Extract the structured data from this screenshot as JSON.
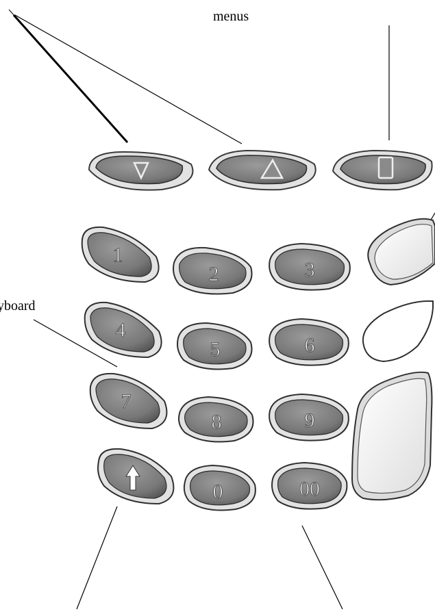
{
  "labels": {
    "menus": "menus",
    "keyboard": "yboard"
  },
  "nav_keys": [
    {
      "name": "menu-down-key",
      "icon": "triangle-down-icon"
    },
    {
      "name": "menu-up-key",
      "icon": "triangle-up-icon"
    },
    {
      "name": "menu-select-key",
      "icon": "rectangle-icon"
    }
  ],
  "digit_keys": {
    "k1": "1",
    "k2": "2",
    "k3": "3",
    "k4": "4",
    "k5": "5",
    "k6": "6",
    "k7": "7",
    "k8": "8",
    "k9": "9",
    "k0": "0",
    "k00": "00"
  },
  "special_keys": {
    "shift_icon": "arrow-up-icon"
  },
  "colors": {
    "key_fill": "#7d7d7d",
    "key_rim": "#dcdcdc",
    "key_shadow": "#2b2b2b",
    "side_key_fill": "#f2f2f2",
    "line": "#000000"
  }
}
